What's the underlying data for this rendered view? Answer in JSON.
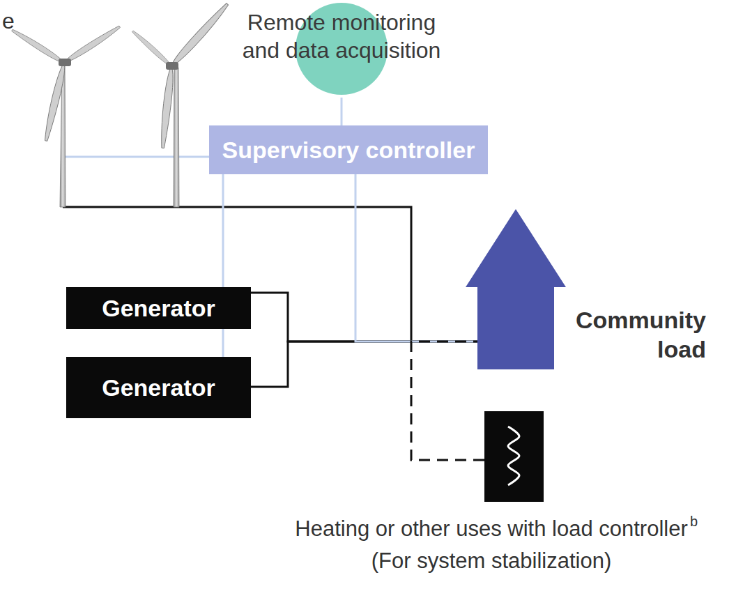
{
  "diagram": {
    "nodes": [
      {
        "text": [
          "Remote monitoring and data acquisition"
        ]
      },
      {
        "text": [
          "Supervisory controller"
        ]
      },
      {
        "text": [
          "Generator"
        ]
      },
      {
        "text": [
          "Generator"
        ]
      },
      {
        "text": [
          "Community load"
        ]
      },
      {
        "text": [
          "Heating or other uses with load controller",
          "(For system stabilization)"
        ]
      }
    ],
    "edges": [
      {
        "from": 0,
        "to": 1,
        "arrow": "none"
      },
      {
        "from": 1,
        "to": 2,
        "arrow": "none"
      },
      {
        "from": 2,
        "to": 3,
        "arrow": "none"
      },
      {
        "from": 2,
        "to": 4,
        "arrow": "none"
      },
      {
        "from": 3,
        "to": 4,
        "arrow": "none"
      },
      {
        "from": 1,
        "to": 4,
        "arrow": "none"
      },
      {
        "from": 5,
        "to": 4,
        "arrow": "none"
      }
    ],
    "labels": [
      "e",
      "b"
    ]
  }
}
